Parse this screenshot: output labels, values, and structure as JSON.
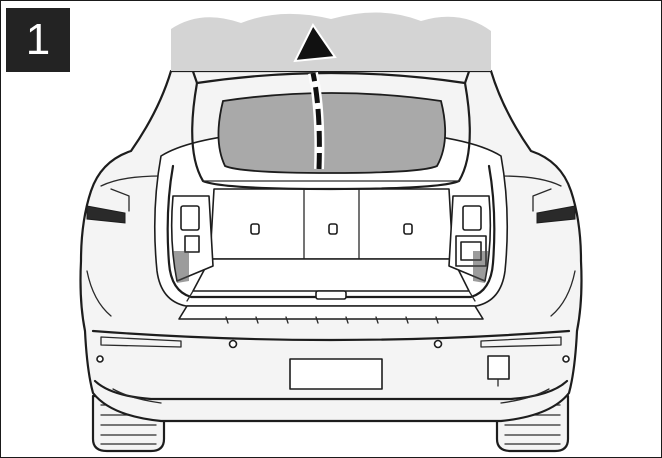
{
  "step": {
    "number": "1"
  },
  "figure": {
    "icons": {
      "vehicle": "suv-rear-view-illustration",
      "tailgate": "tailgate-opening",
      "arrow": "curved-up-arrow"
    },
    "colors": {
      "outline": "#1d1d1d",
      "tailgate_shade": "#cfcfcf",
      "glass_shade": "#a9a9a9",
      "badge_bg": "#232323",
      "badge_text": "#ffffff"
    }
  }
}
